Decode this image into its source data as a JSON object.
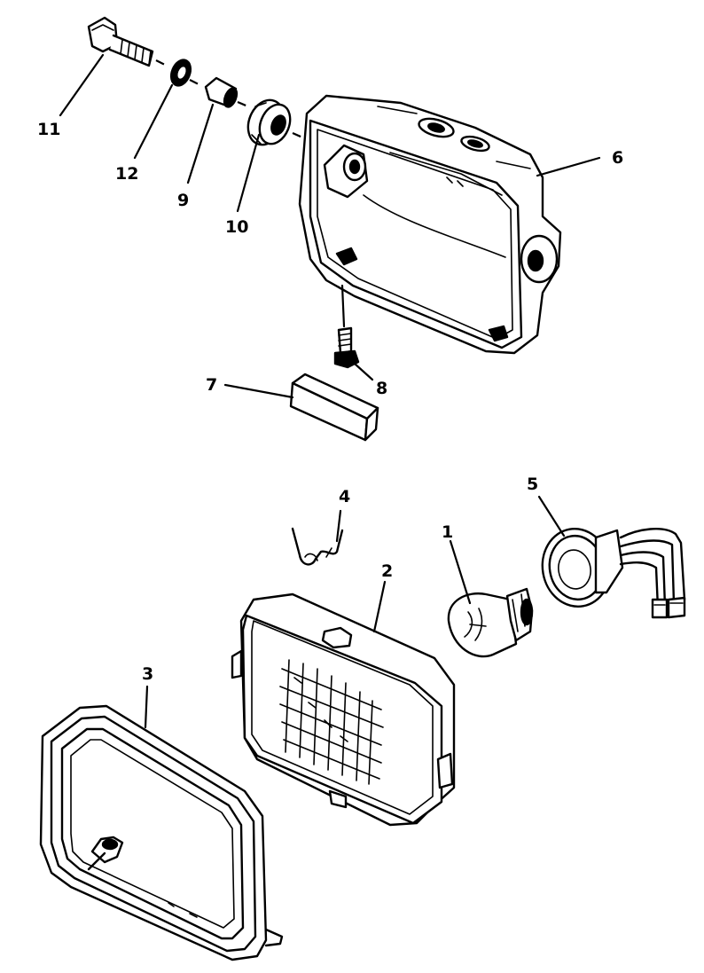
{
  "diagram": {
    "callouts": [
      {
        "id": "c11",
        "label": "11"
      },
      {
        "id": "c12",
        "label": "12"
      },
      {
        "id": "c9",
        "label": "9"
      },
      {
        "id": "c10",
        "label": "10"
      },
      {
        "id": "c6",
        "label": "6"
      },
      {
        "id": "c7",
        "label": "7"
      },
      {
        "id": "c8",
        "label": "8"
      },
      {
        "id": "c4",
        "label": "4"
      },
      {
        "id": "c5",
        "label": "5"
      },
      {
        "id": "c2",
        "label": "2"
      },
      {
        "id": "c1",
        "label": "1"
      },
      {
        "id": "c3",
        "label": "3"
      }
    ],
    "parts": [
      "bolt",
      "washer",
      "collar",
      "grommet",
      "headlight-housing",
      "screw",
      "pad",
      "spring-clip",
      "socket-harness",
      "lens-unit",
      "bulb",
      "rim"
    ]
  }
}
